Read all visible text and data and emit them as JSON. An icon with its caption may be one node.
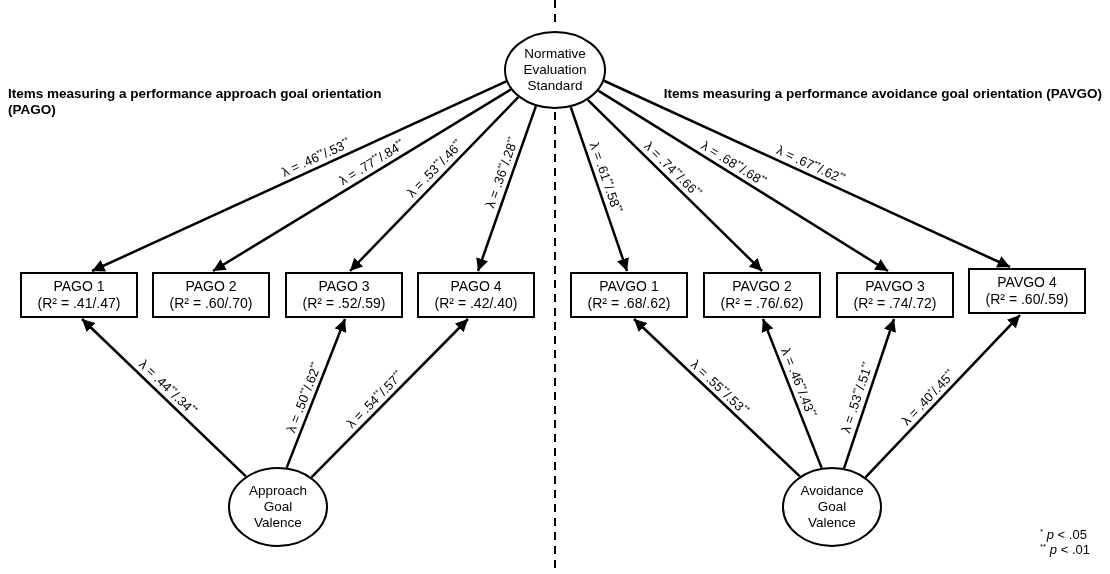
{
  "diagram": {
    "nodes": [
      {
        "text": [
          "Normative Evaluation Standard"
        ]
      },
      {
        "text": [
          "PAGO 1",
          "(R² = .41/.47)"
        ]
      },
      {
        "text": [
          "PAGO 2",
          "(R² = .60/.70)"
        ]
      },
      {
        "text": [
          "PAGO 3",
          "(R² = .52/.59)"
        ]
      },
      {
        "text": [
          "PAGO 4",
          "(R² = .42/.40)"
        ]
      },
      {
        "text": [
          "PAVGO 1",
          "(R² = .68/.62)"
        ]
      },
      {
        "text": [
          "PAVGO 2",
          "(R² = .76/.62)"
        ]
      },
      {
        "text": [
          "PAVGO 3",
          "(R² = .74/.72)"
        ]
      },
      {
        "text": [
          "PAVGO 4",
          "(R² = .60/.59)"
        ]
      },
      {
        "text": [
          "Approach Goal Valence"
        ]
      },
      {
        "text": [
          "Avoidance Goal Valence"
        ]
      }
    ],
    "edges": [
      {
        "from": 0,
        "to": 1,
        "arrow": "to",
        "label": "λ = .46$^{**}$/.53$^{**}$"
      },
      {
        "from": 0,
        "to": 2,
        "arrow": "to",
        "label": "λ = .77$^{**}$/.84$^{**}$"
      },
      {
        "from": 0,
        "to": 3,
        "arrow": "to",
        "label": "λ = .53$^{**}$/.46$^{**}$"
      },
      {
        "from": 0,
        "to": 4,
        "arrow": "to",
        "label": "λ = .36$^{**}$/.28$^{**}$"
      },
      {
        "from": 0,
        "to": 5,
        "arrow": "to",
        "label": "λ = .61$^{**}$/.58$^{**}$"
      },
      {
        "from": 0,
        "to": 6,
        "arrow": "to",
        "label": "λ = .74$^{**}$/.66$^{**}$"
      },
      {
        "from": 0,
        "to": 7,
        "arrow": "to",
        "label": "λ = .68$^{**}$/.68$^{**}$"
      },
      {
        "from": 0,
        "to": 8,
        "arrow": "to",
        "label": "λ = .67$^{**}$/.62$^{**}$"
      },
      {
        "from": 9,
        "to": 1,
        "arrow": "to",
        "label": "λ = .44$^{**}$/.34$^{**}$"
      },
      {
        "from": 9,
        "to": 3,
        "arrow": "to",
        "label": "λ = .50$^{**}$/.62$^{**}$"
      },
      {
        "from": 9,
        "to": 4,
        "arrow": "to",
        "label": "λ = .54$^{**}$/.57$^{**}$"
      },
      {
        "from": 10,
        "to": 5,
        "arrow": "to",
        "label": "λ = .55$^{**}$/.53$^{**}$"
      },
      {
        "from": 10,
        "to": 6,
        "arrow": "to",
        "label": "λ = .46$^{**}$/.43$^{**}$"
      },
      {
        "from": 10,
        "to": 7,
        "arrow": "to",
        "label": "λ = .53$^{**}$/.51$^{**}$"
      },
      {
        "from": 10,
        "to": 8,
        "arrow": "to",
        "label": "λ = .40$^{*}$/.45$^{**}$"
      }
    ],
    "labels": [
      "Items measuring a performance approach goal orientation (PAGO)",
      "Items measuring a performance avoidance goal orientation (PAVGO)",
      "$^{*}$ *p* < .05",
      "$^{**}$ *p* < .01"
    ]
  }
}
